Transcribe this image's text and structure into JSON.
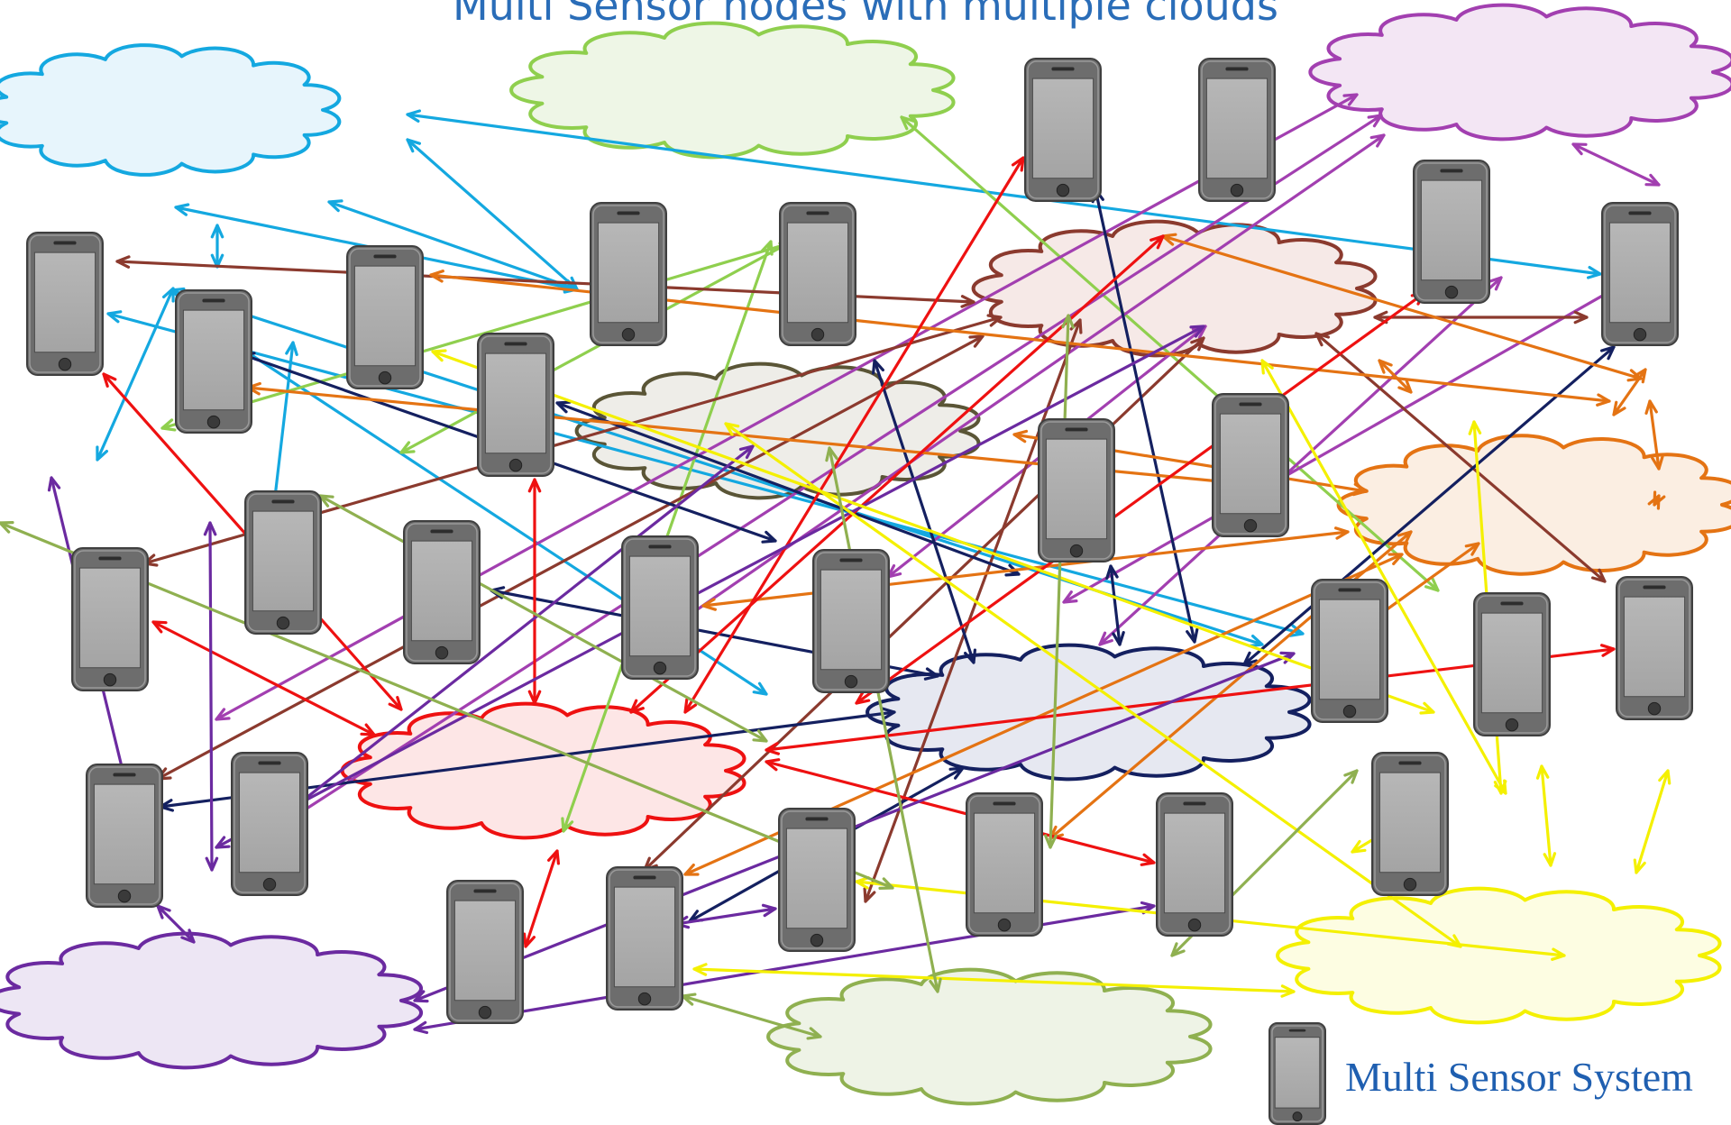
{
  "title": "Multi Sensor nodes with multiple clouds",
  "legend": {
    "label": "Multi Sensor System",
    "icon": "phone-icon"
  },
  "colors": {
    "cyan": "#14a8e0",
    "lightgreen": "#8fcf4e",
    "magenta": "#a23fb0",
    "brown": "#8b3a2e",
    "darkgray": "#5a5536",
    "orange": "#e47313",
    "navy": "#142060",
    "red": "#ee1111",
    "purple": "#6b2aa0",
    "yellow": "#f4f000",
    "olive": "#8fb050"
  },
  "clouds": [
    {
      "id": "cloud-cyan",
      "color": "cyan",
      "fill": "#e7f5fc"
    },
    {
      "id": "cloud-lightgreen-top",
      "color": "lightgreen",
      "fill": "#eef6e6"
    },
    {
      "id": "cloud-magenta",
      "color": "magenta",
      "fill": "#f3e6f4"
    },
    {
      "id": "cloud-brown",
      "color": "brown",
      "fill": "#f6e9e7"
    },
    {
      "id": "cloud-darkgray",
      "color": "darkgray",
      "fill": "#eeede8"
    },
    {
      "id": "cloud-orange",
      "color": "orange",
      "fill": "#fbeee2"
    },
    {
      "id": "cloud-navy",
      "color": "navy",
      "fill": "#e6e8f1"
    },
    {
      "id": "cloud-red",
      "color": "red",
      "fill": "#fde6e6"
    },
    {
      "id": "cloud-purple",
      "color": "purple",
      "fill": "#ede6f4"
    },
    {
      "id": "cloud-yellow",
      "color": "yellow",
      "fill": "#fdfde2"
    },
    {
      "id": "cloud-olive",
      "color": "olive",
      "fill": "#eef3e6"
    }
  ]
}
